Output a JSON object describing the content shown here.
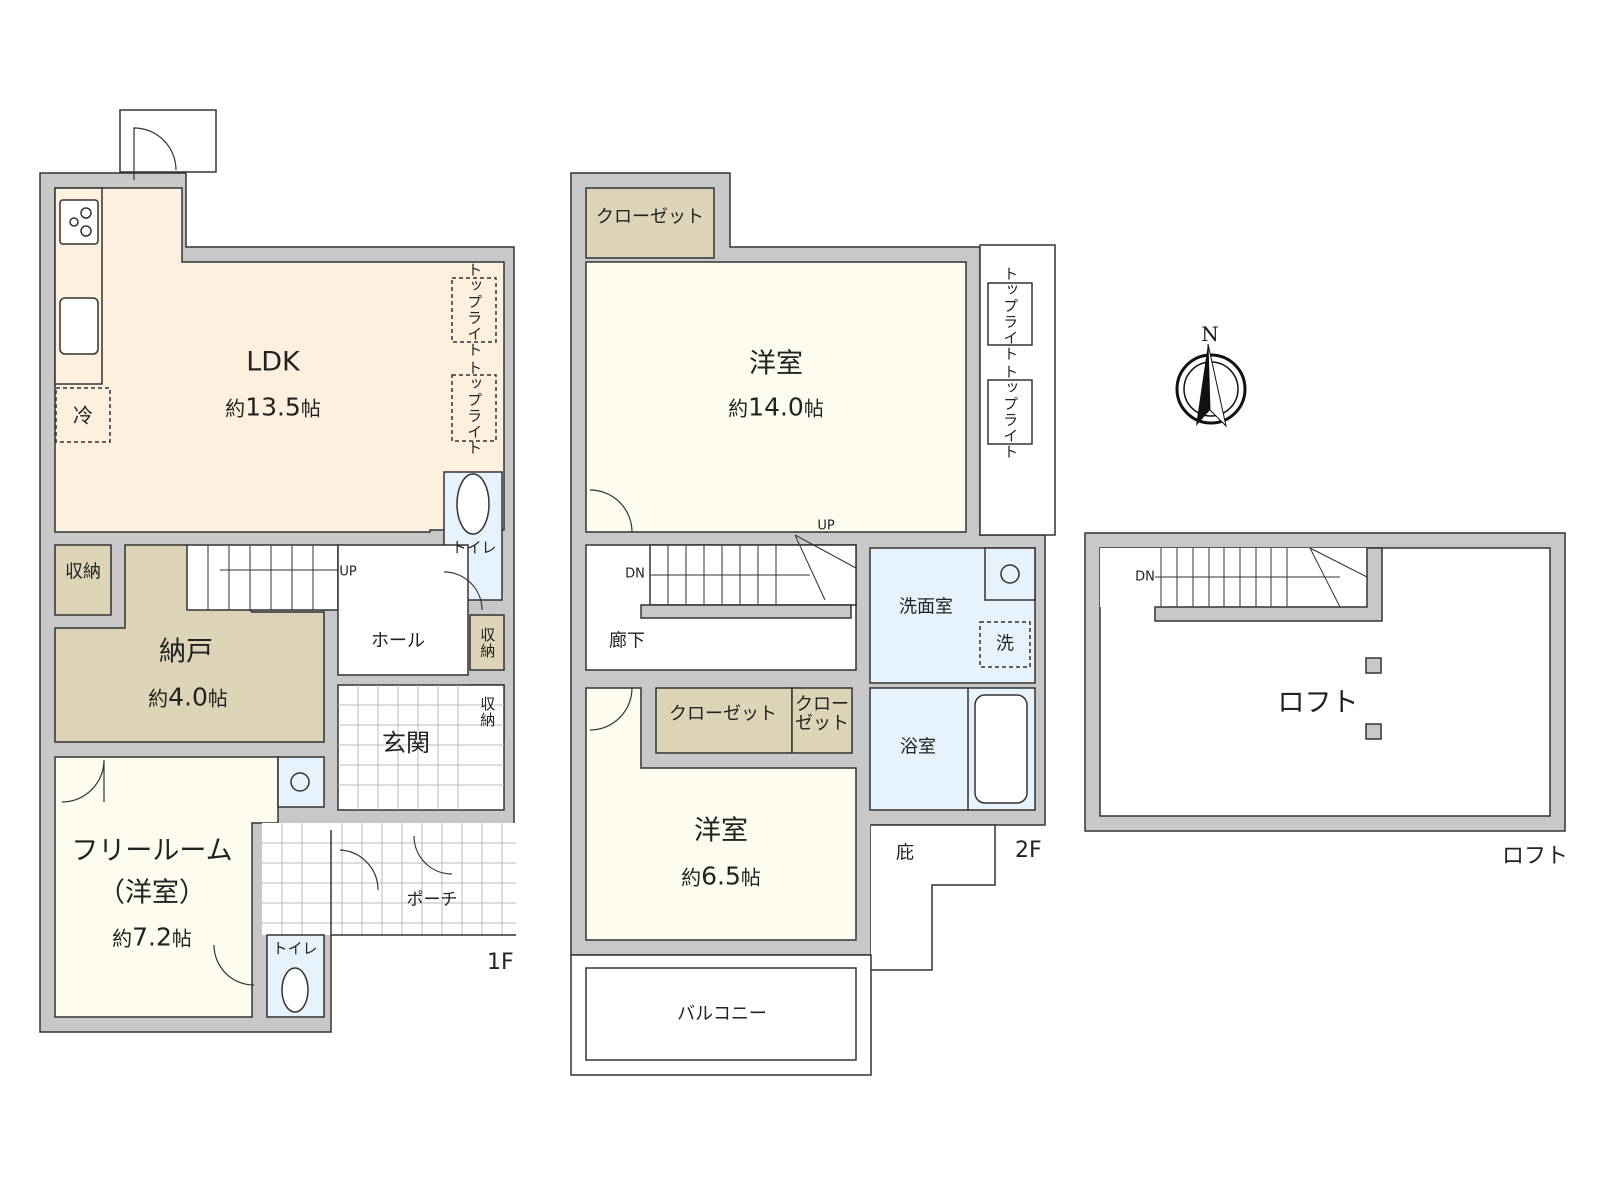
{
  "colors": {
    "wall": "#c8c8c8",
    "ldk_floor": "#fdf0de",
    "western_room_floor": "#fdfcee",
    "storage_floor": "#ddd3b6",
    "wet_area_floor": "#e6f2fc",
    "outline": "#333333"
  },
  "floors": {
    "first": {
      "label": "1F",
      "rooms": {
        "ldk": {
          "name": "LDK",
          "area_prefix": "約",
          "area_value": "13.5",
          "area_unit": "帖"
        },
        "fridge": {
          "name": "冷"
        },
        "toplight_1": {
          "name": "トップライト"
        },
        "toplight_2": {
          "name": "トップライト"
        },
        "toilet_1": {
          "name": "トイレ"
        },
        "storage_small": {
          "name": "収納"
        },
        "nando": {
          "name": "納戸",
          "area_prefix": "約",
          "area_value": "4.0",
          "area_unit": "帖"
        },
        "stairs_up": {
          "name": "UP"
        },
        "hall": {
          "name": "ホール"
        },
        "hall_storage_1": {
          "name": "収納"
        },
        "hall_storage_2": {
          "name": "収納"
        },
        "genkan": {
          "name": "玄関"
        },
        "free_room": {
          "name": "フリールーム",
          "sub": "（洋室）",
          "area_prefix": "約",
          "area_value": "7.2",
          "area_unit": "帖"
        },
        "porch": {
          "name": "ポーチ"
        },
        "toilet_2": {
          "name": "トイレ"
        }
      }
    },
    "second": {
      "label": "2F",
      "rooms": {
        "closet_top": {
          "name": "クローゼット"
        },
        "western_large": {
          "name": "洋室",
          "area_prefix": "約",
          "area_value": "14.0",
          "area_unit": "帖"
        },
        "toplight_1": {
          "name": "トップライト"
        },
        "toplight_2": {
          "name": "トップライト"
        },
        "stairs_up": {
          "name": "UP"
        },
        "stairs_down": {
          "name": "DN"
        },
        "corridor": {
          "name": "廊下"
        },
        "washroom": {
          "name": "洗面室"
        },
        "washer": {
          "name": "洗"
        },
        "closet_mid": {
          "name": "クローゼット"
        },
        "closet_small": {
          "name": "クロー\nゼット"
        },
        "bathroom": {
          "name": "浴室"
        },
        "western_small": {
          "name": "洋室",
          "area_prefix": "約",
          "area_value": "6.5",
          "area_unit": "帖"
        },
        "eaves": {
          "name": "庇"
        },
        "balcony": {
          "name": "バルコニー"
        }
      }
    },
    "loft": {
      "label": "ロフト",
      "rooms": {
        "loft": {
          "name": "ロフト"
        },
        "stairs_down": {
          "name": "DN"
        }
      }
    }
  },
  "compass": {
    "label": "N"
  }
}
